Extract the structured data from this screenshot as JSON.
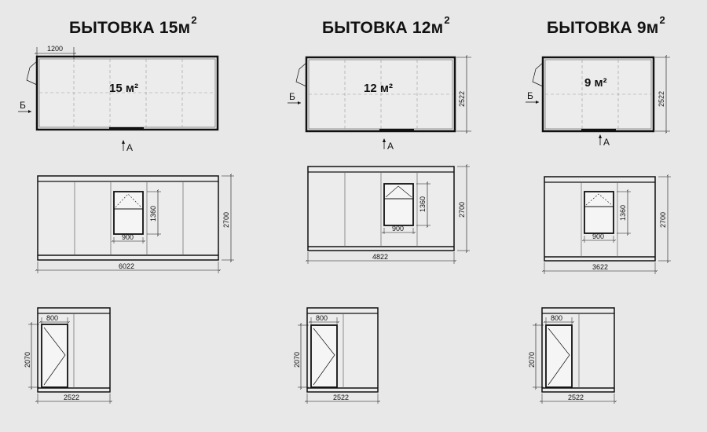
{
  "titles": [
    {
      "text": "БЫТОВКА 15м",
      "sup": "2"
    },
    {
      "text": "БЫТОВКА 12м",
      "sup": "2"
    },
    {
      "text": "БЫТОВКА 9м",
      "sup": "2"
    }
  ],
  "units": [
    {
      "plan": {
        "area": "15 м²",
        "width_dim": "1200",
        "side_mark": "Б",
        "front_mark": "А"
      },
      "front": {
        "length_dim": "6022",
        "height_dim": "2700",
        "window_w": "900",
        "window_h": "1360"
      },
      "side": {
        "width_dim": "2522",
        "door_w": "800",
        "door_h": "2070"
      }
    },
    {
      "plan": {
        "area": "12 м²",
        "depth_dim": "2522",
        "side_mark": "Б",
        "front_mark": "А"
      },
      "front": {
        "length_dim": "4822",
        "height_dim": "2700",
        "window_w": "900",
        "window_h": "1360"
      },
      "side": {
        "width_dim": "2522",
        "door_w": "800",
        "door_h": "2070"
      }
    },
    {
      "plan": {
        "area": "9 м²",
        "depth_dim": "2522",
        "side_mark": "Б",
        "front_mark": "А"
      },
      "front": {
        "length_dim": "3622",
        "height_dim": "2700",
        "window_w": "900",
        "window_h": "1360"
      },
      "side": {
        "width_dim": "2522",
        "door_w": "800",
        "door_h": "2070"
      }
    }
  ]
}
